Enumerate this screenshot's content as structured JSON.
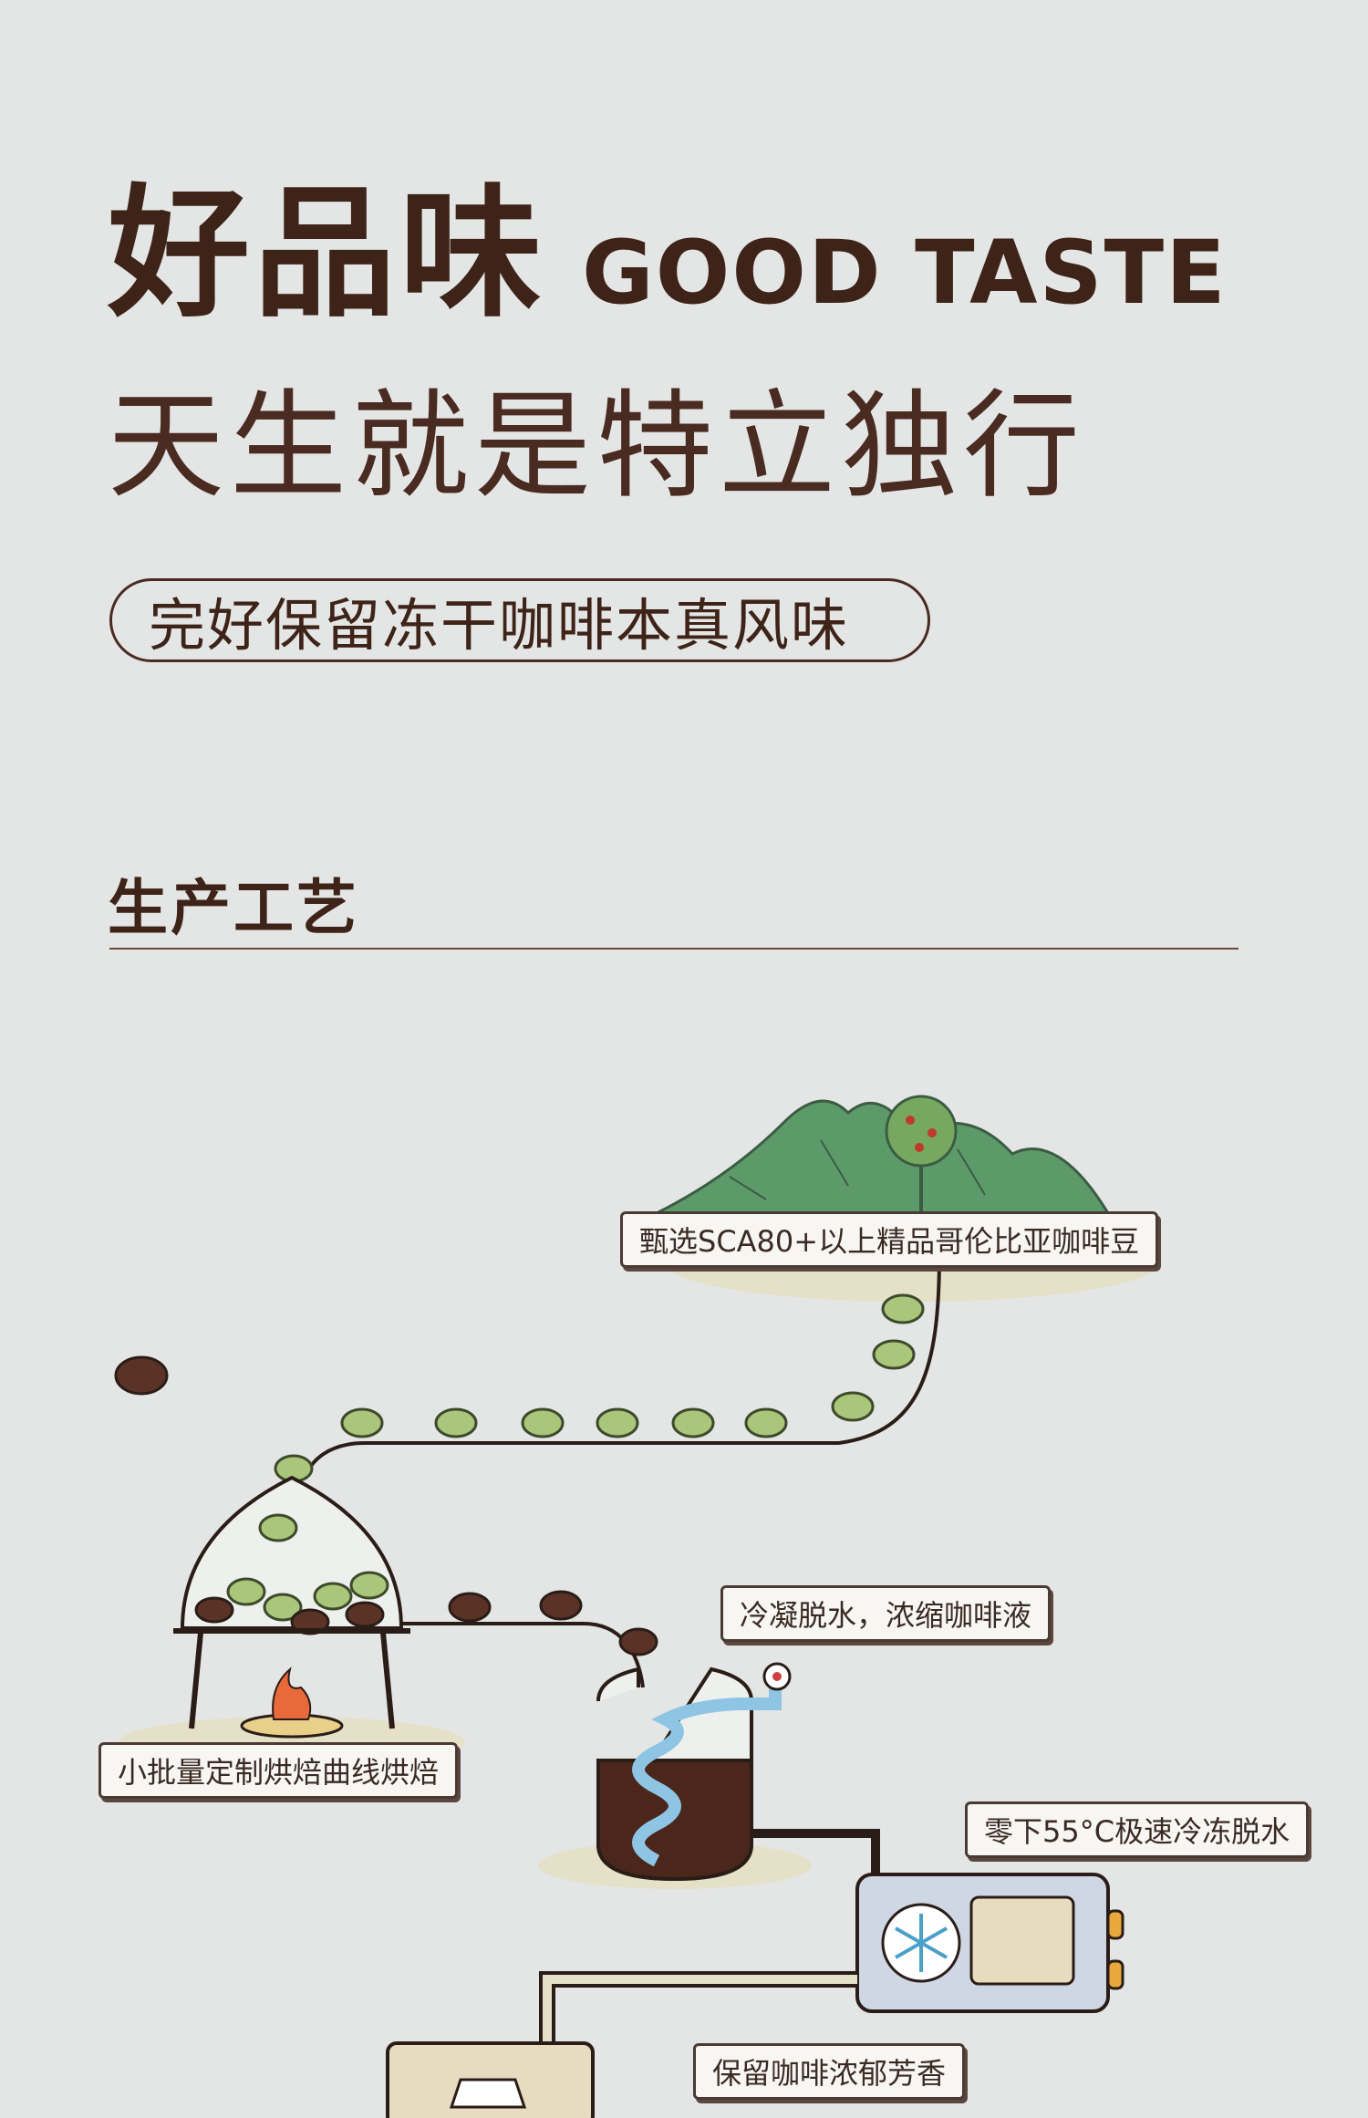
{
  "hero": {
    "title_cn": "好品味",
    "title_en": "GOOD TASTE",
    "subtitle": "天生就是特立独行",
    "pill_text": "完好保留冻干咖啡本真风味"
  },
  "section": {
    "title": "生产工艺"
  },
  "process_labels": {
    "select_beans": "甄选SCA80+以上精品哥伦比亚咖啡豆",
    "condense": "冷凝脱水，浓缩咖啡液",
    "roast": "小批量定制烘焙曲线烘焙",
    "freeze": "零下55°C极速冷冻脱水",
    "aroma": "保留咖啡浓郁芳香"
  },
  "colors": {
    "background": "#e4e6e5",
    "text_dark": "#3e2318",
    "bean_green": "#a9c67a",
    "bean_roasted": "#5a3326",
    "mountain_green": "#5d9a6a",
    "coil_blue": "#8ec5e4"
  },
  "icons": {
    "snowflake": "snowflake-icon",
    "fire": "fire-icon"
  }
}
